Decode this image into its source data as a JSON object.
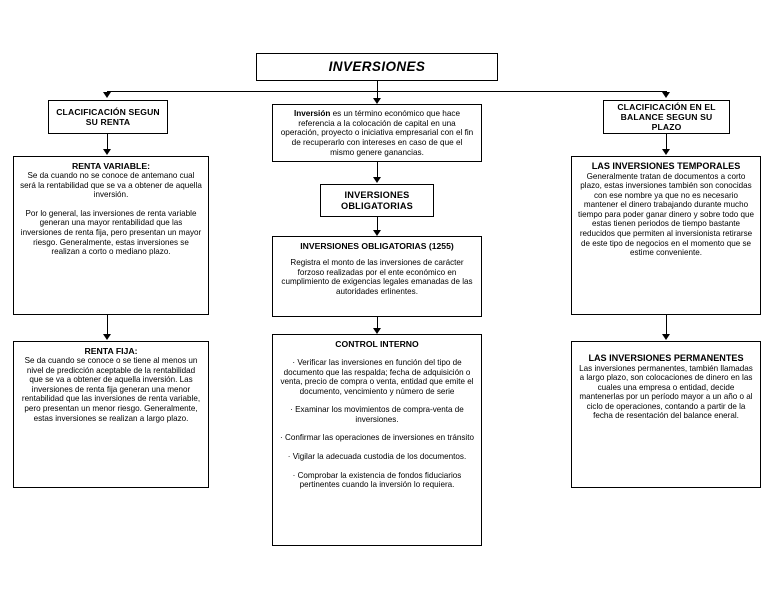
{
  "diagram": {
    "title": "INVERSIONES",
    "branches": {
      "left_header": "CLACIFICACIÓN SEGUN SU RENTA",
      "right_header": "CLACIFICACIÓN EN EL BALANCE SEGUN SU PLAZO",
      "center_mid": "INVERSIONES OBLIGATORIAS"
    },
    "center": {
      "definition_bold_lead": "Inversión",
      "definition_rest": " es un término económico que hace referencia a la colocación de capital en una operación, proyecto o iniciativa empresarial con el fin de recuperarlo con intereses en caso de que el mismo genere ganancias.",
      "obligatorias_heading": "INVERSIONES OBLIGATORIAS (1255)",
      "obligatorias_body": "Registra el monto de las inversiones de carácter forzoso realizadas por el ente económico en cumplimiento de exigencias legales emanadas de las autoridades erlinentes.",
      "control_heading": "CONTROL INTERNO",
      "control_items": [
        "· Verificar las inversiones en función del tipo de documento que las respalda; fecha de adquisición o venta, precio de compra o venta, entidad que emite el documento, vencimiento y número de serie",
        "· Examinar los movimientos de compra-venta de inversiones.",
        "· Confirmar las operaciones de inversiones en tránsito",
        "· Vigilar la adecuada custodia de los documentos.",
        "· Comprobar la existencia de fondos fiduciarios pertinentes cuando la inversión lo requiera."
      ]
    },
    "left": {
      "variable_heading": "RENTA VARIABLE:",
      "variable_p1": "Se da cuando no se conoce de antemano cual será la rentabilidad que se va a obtener de aquella inversión.",
      "variable_p2": "Por lo general, las inversiones de renta variable generan una mayor rentabilidad que las inversiones de renta fija, pero presentan un mayor riesgo. Generalmente, estas inversiones se realizan a corto o mediano plazo.",
      "fija_heading": "RENTA FIJA:",
      "fija_p1": "Se da cuando se conoce o se tiene al menos un nivel de predicción aceptable de la rentabilidad que se va a obtener de aquella inversión. Las inversiones de renta fija generan una menor rentabilidad que las inversiones de renta variable, pero presentan un menor riesgo. Generalmente, estas inversiones se realizan a largo plazo."
    },
    "right": {
      "temporales_heading": "LAS INVERSIONES TEMPORALES",
      "temporales_body": "Generalmente tratan de documentos a corto plazo, estas inversiones también son conocidas con ese nombre ya que no es necesario mantener el dinero trabajando durante mucho tiempo para poder ganar dinero y sobre todo que estas tienen periodos de tiempo bastante reducidos que permiten al inversionista retirarse de este tipo de negocios en el momento que se estime conveniente.",
      "permanentes_heading": "LAS INVERSIONES PERMANENTES",
      "permanentes_body": "Las inversiones permanentes, también llamadas a largo plazo, son colocaciones de dinero en las cuales una empresa o entidad, decide mantenerlas por un período mayor a un año o al ciclo de operaciones, contando a partir de la fecha de resentación del balance eneral."
    },
    "colors": {
      "stroke": "#000000",
      "background": "#ffffff",
      "text": "#000000"
    }
  }
}
